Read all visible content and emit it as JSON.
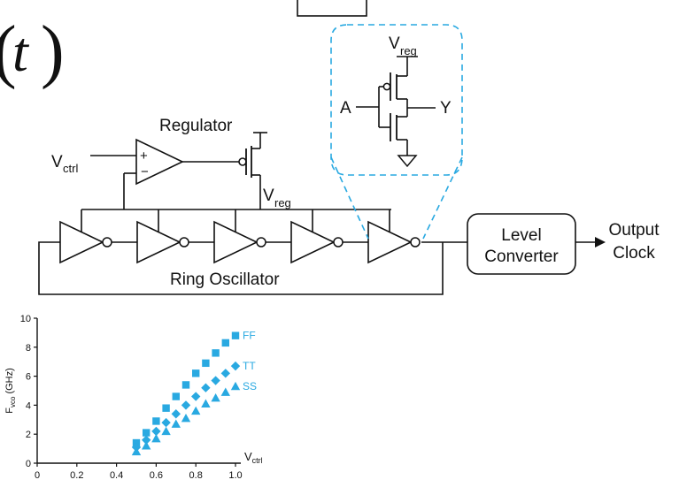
{
  "equation_fragment": {
    "var": "t",
    "close_paren": ")"
  },
  "regulator": {
    "title": "Regulator",
    "input": "V",
    "input_sub": "ctrl",
    "output": "V",
    "output_sub": "reg",
    "plus": "+",
    "minus": "−"
  },
  "inverter_detail": {
    "supply": "V",
    "supply_sub": "reg",
    "input": "A",
    "output": "Y"
  },
  "ring_oscillator": {
    "label": "Ring Oscillator",
    "stages": 5
  },
  "level_converter": {
    "line1": "Level",
    "line2": "Converter"
  },
  "output": {
    "line1": "Output",
    "line2": "Clock"
  },
  "colors": {
    "accent": "#29a9e1",
    "ink": "#111111"
  },
  "chart_data": {
    "type": "scatter",
    "ylabel": "F",
    "ylabel_sub": "vco",
    "ylabel_unit": "(GHz)",
    "xlabel": "V",
    "xlabel_sub": "ctrl",
    "xlim": [
      0,
      1.0
    ],
    "ylim": [
      0,
      10
    ],
    "x_ticks": [
      "0",
      "0.2",
      "0.4",
      "0.6",
      "0.8",
      "1.0"
    ],
    "y_ticks": [
      "0",
      "2",
      "4",
      "6",
      "8",
      "10"
    ],
    "series": [
      {
        "name": "FF",
        "marker": "square",
        "x": [
          0.5,
          0.55,
          0.6,
          0.65,
          0.7,
          0.75,
          0.8,
          0.85,
          0.9,
          0.95,
          1.0
        ],
        "y": [
          1.4,
          2.1,
          2.9,
          3.8,
          4.6,
          5.4,
          6.2,
          6.9,
          7.6,
          8.3,
          8.8
        ]
      },
      {
        "name": "TT",
        "marker": "diamond",
        "x": [
          0.5,
          0.55,
          0.6,
          0.65,
          0.7,
          0.75,
          0.8,
          0.85,
          0.9,
          0.95,
          1.0
        ],
        "y": [
          1.1,
          1.6,
          2.2,
          2.8,
          3.4,
          4.0,
          4.6,
          5.2,
          5.7,
          6.2,
          6.7
        ]
      },
      {
        "name": "SS",
        "marker": "triangle",
        "x": [
          0.5,
          0.55,
          0.6,
          0.65,
          0.7,
          0.75,
          0.8,
          0.85,
          0.9,
          0.95,
          1.0
        ],
        "y": [
          0.8,
          1.2,
          1.7,
          2.2,
          2.7,
          3.1,
          3.6,
          4.1,
          4.5,
          4.9,
          5.3
        ]
      }
    ],
    "grid": false
  }
}
